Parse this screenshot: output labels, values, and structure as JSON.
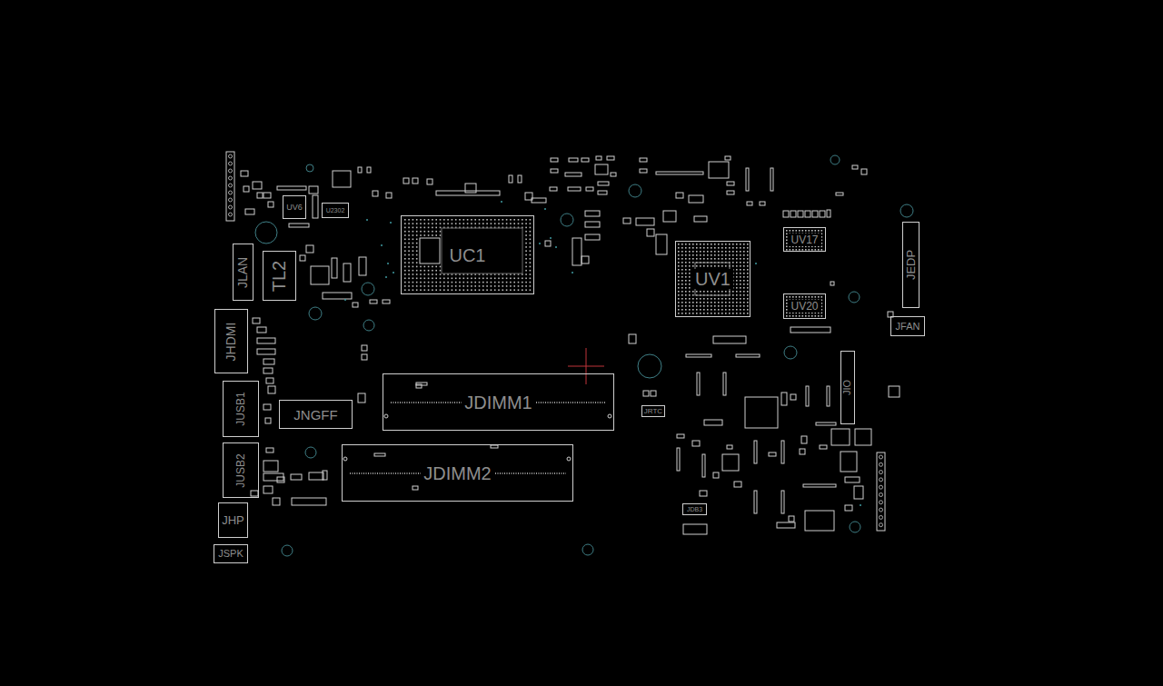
{
  "diagram": {
    "nodes": [
      {
        "text": [
          "UV6"
        ]
      },
      {
        "text": [
          "U2302"
        ]
      },
      {
        "text": [
          "UC1"
        ]
      },
      {
        "text": [
          "UV17"
        ]
      },
      {
        "text": [
          "JEDP"
        ]
      },
      {
        "text": [
          "JLAN"
        ]
      },
      {
        "text": [
          "TL2"
        ]
      },
      {
        "text": [
          "UV1"
        ]
      },
      {
        "text": [
          "UV20"
        ]
      },
      {
        "text": [
          "JHDMI"
        ]
      },
      {
        "text": [
          "JFAN"
        ]
      },
      {
        "text": [
          "JIO"
        ]
      },
      {
        "text": [
          "JDIMM1"
        ]
      },
      {
        "text": [
          "JUSB1"
        ]
      },
      {
        "text": [
          "JNGFF"
        ]
      },
      {
        "text": [
          "JRTC"
        ]
      },
      {
        "text": [
          "JDIMM2"
        ]
      },
      {
        "text": [
          "JUSB2"
        ]
      },
      {
        "text": [
          "JDB3"
        ]
      },
      {
        "text": [
          "JHP"
        ]
      },
      {
        "text": [
          "JSPK"
        ]
      }
    ]
  }
}
